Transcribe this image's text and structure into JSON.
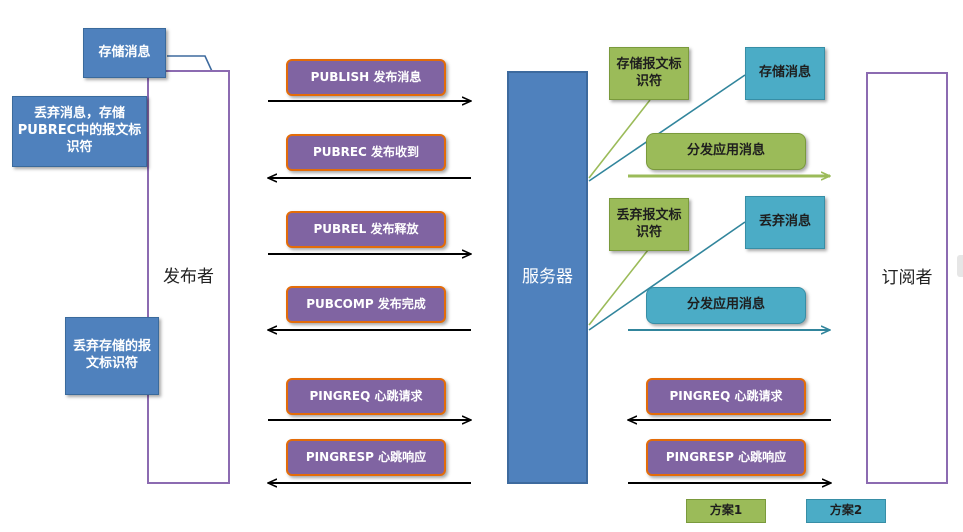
{
  "lanes": {
    "publisher": "发布者",
    "server": "服务器",
    "subscriber": "订阅者"
  },
  "publisher_notes": {
    "store": "存储消息",
    "discard_store": "丢弃消息，存储PUBREC中的报文标识符",
    "discard_id": "丢弃存储的报文标识符"
  },
  "left_messages": {
    "publish": "PUBLISH 发布消息",
    "pubrec": "PUBREC 发布收到",
    "pubrel": "PUBREL 发布释放",
    "pubcomp": "PUBCOMP 发布完成",
    "pingreq": "PINGREQ 心跳请求",
    "pingresp": "PINGRESP 心跳响应"
  },
  "server_notes": {
    "plan1_store_id": "存储报文标识符",
    "plan2_store": "存储消息",
    "plan1_discard_id": "丢弃报文标识符",
    "plan2_discard": "丢弃消息"
  },
  "distribution": {
    "plan1": "分发应用消息",
    "plan2": "分发应用消息"
  },
  "right_messages": {
    "pingreq": "PINGREQ 心跳请求",
    "pingresp": "PINGRESP 心跳响应"
  },
  "legend": {
    "plan1": "方案1",
    "plan2": "方案2"
  },
  "colors": {
    "server": "#4f81bd",
    "plan1": "#9bbb59",
    "plan2": "#4bacc6",
    "message_fill": "#8064a2",
    "message_border": "#e36c09",
    "lane_border": "#8c6bb1"
  }
}
